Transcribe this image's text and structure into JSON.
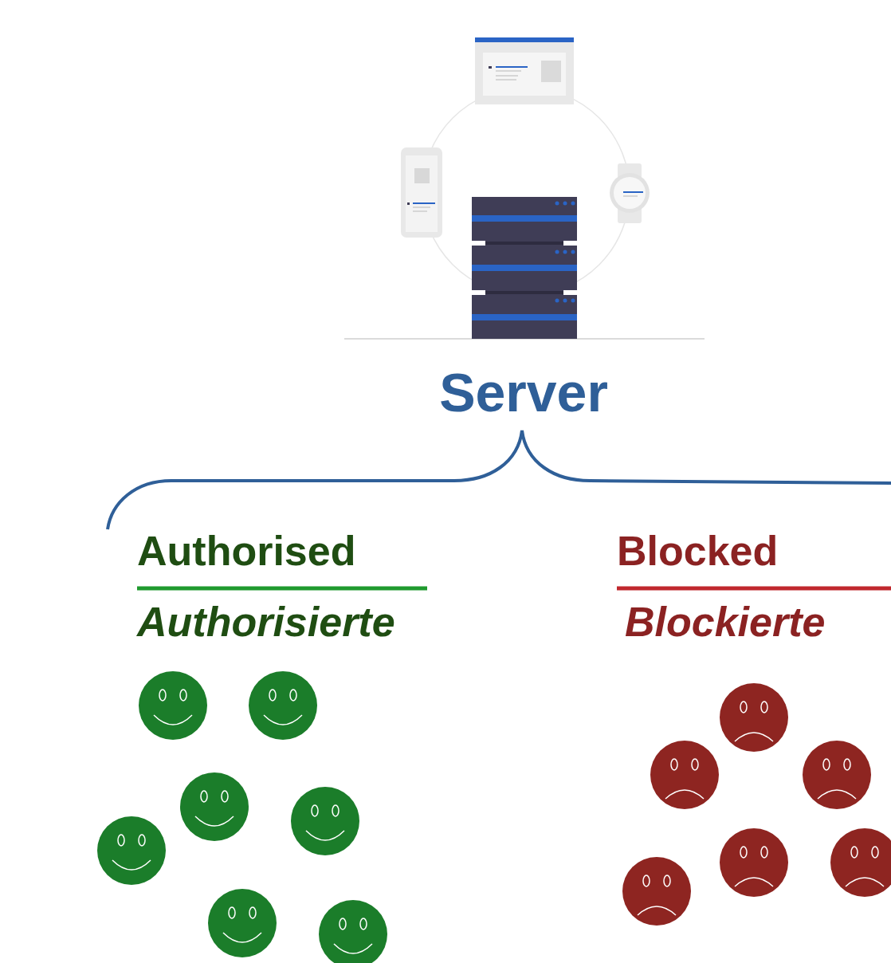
{
  "diagram": {
    "labels": [
      "Server",
      "Authorised",
      "Authorisierte",
      "Blocked",
      "Blockierte"
    ]
  }
}
